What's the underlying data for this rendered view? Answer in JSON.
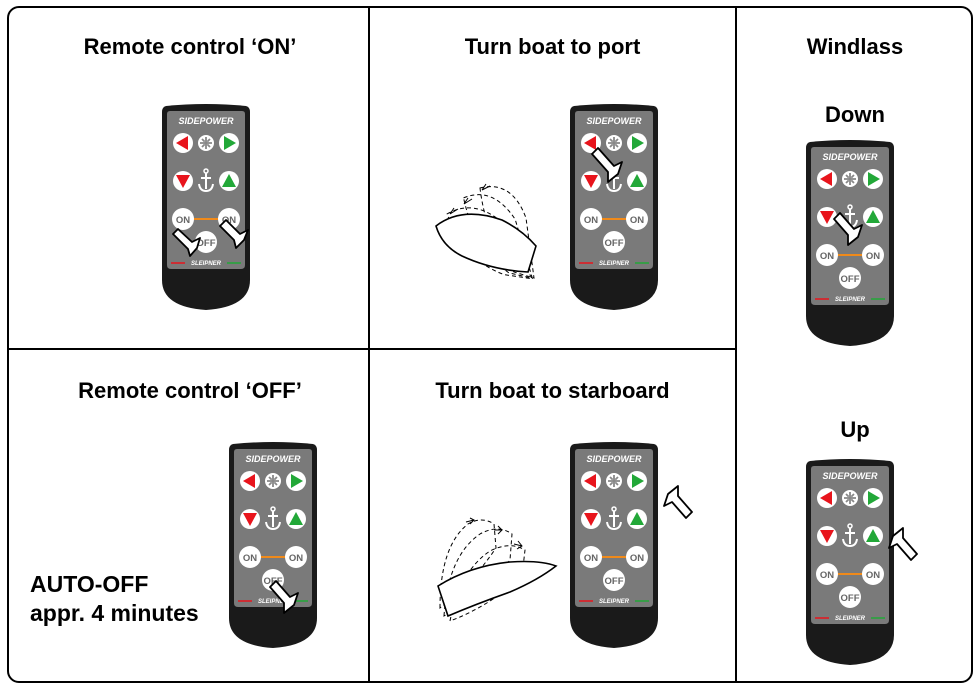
{
  "panels": {
    "remote_on": {
      "title": "Remote control ‘ON’"
    },
    "remote_off": {
      "title": "Remote control ‘OFF’",
      "note_line1": "AUTO-OFF",
      "note_line2": "appr. 4 minutes"
    },
    "turn_port": {
      "title": "Turn boat to port"
    },
    "turn_starboard": {
      "title": "Turn boat to starboard"
    },
    "windlass": {
      "title": "Windlass",
      "down_label": "Down",
      "up_label": "Up"
    }
  },
  "remote": {
    "brand": "SIDEPOWER",
    "maker": "SLEIPNER",
    "on_label": "ON",
    "off_label": "OFF"
  },
  "colors": {
    "remote_body": "#1a1a1a",
    "remote_face": "#7a7a7a",
    "red_button": "#e8141c",
    "green_button": "#22a838",
    "connector": "#f08a1a"
  }
}
